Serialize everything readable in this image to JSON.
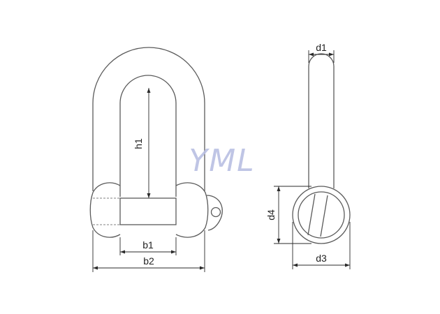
{
  "watermark": {
    "text": "YML",
    "color": "#b9bfe3"
  },
  "colors": {
    "line": "#5a5a5a",
    "dimension": "#2a2a2a",
    "background": "#ffffff"
  },
  "front_view": {
    "labels": {
      "h1": "h1",
      "b1": "b1",
      "b2": "b2"
    }
  },
  "side_view": {
    "labels": {
      "d1": "d1",
      "d3": "d3",
      "d4": "d4"
    }
  }
}
